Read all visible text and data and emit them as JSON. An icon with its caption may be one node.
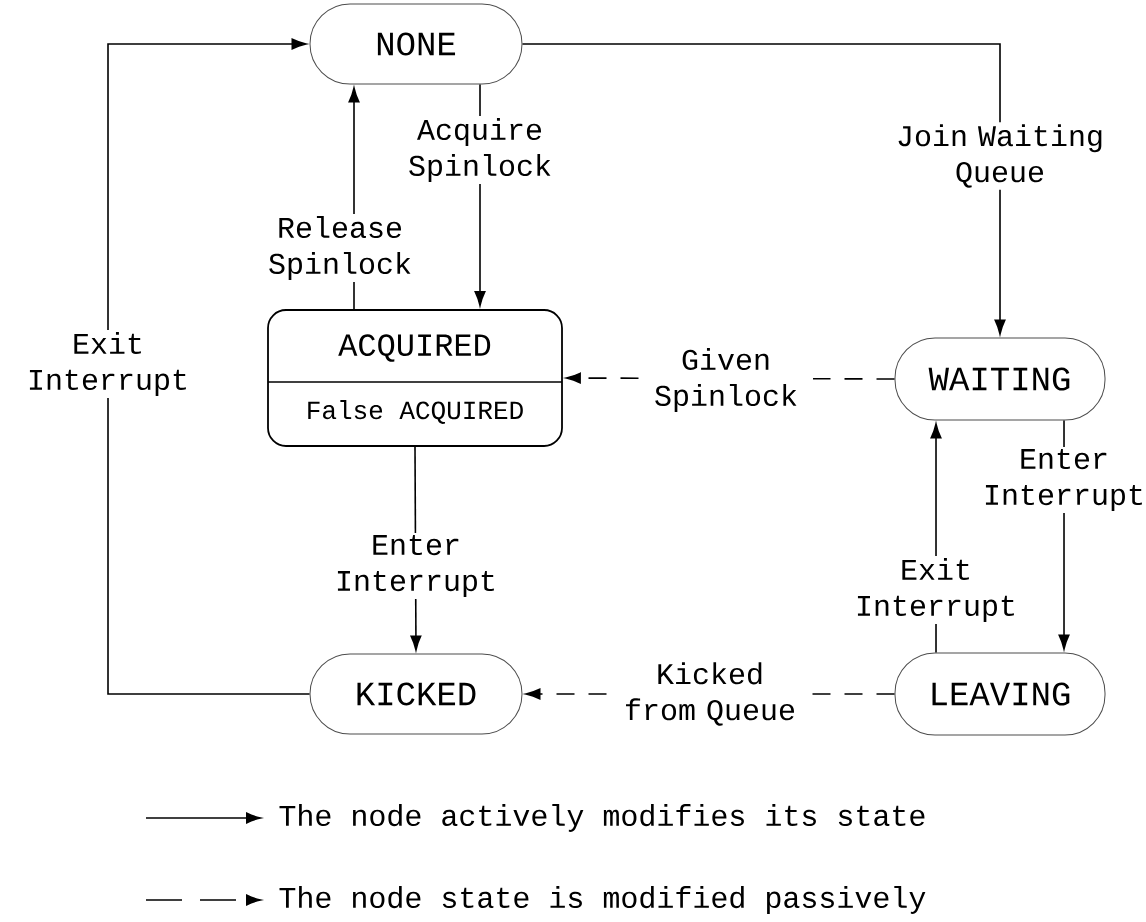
{
  "diagram": {
    "nodes": [
      {
        "text": [
          "NONE"
        ]
      },
      {
        "text": [
          "ACQUIRED",
          "False ACQUIRED"
        ]
      },
      {
        "text": [
          "WAITING"
        ]
      },
      {
        "text": [
          "KICKED"
        ]
      },
      {
        "text": [
          "LEAVING"
        ]
      }
    ],
    "edges": [
      {
        "from": 0,
        "to": 1,
        "arrow": "to",
        "label": "Acquire Spinlock"
      },
      {
        "from": 1,
        "to": 0,
        "arrow": "to",
        "label": "Release Spinlock"
      },
      {
        "from": 0,
        "to": 2,
        "arrow": "to",
        "label": "Join Waiting Queue"
      },
      {
        "from": 2,
        "to": 1,
        "arrow": "to",
        "label": "Given Spinlock",
        "style": "dashed"
      },
      {
        "from": 1,
        "to": 3,
        "arrow": "to",
        "label": "Enter Interrupt"
      },
      {
        "from": 3,
        "to": 0,
        "arrow": "to",
        "label": "Exit Interrupt"
      },
      {
        "from": 2,
        "to": 4,
        "arrow": "to",
        "label": "Enter Interrupt"
      },
      {
        "from": 4,
        "to": 2,
        "arrow": "to",
        "label": "Exit Interrupt"
      },
      {
        "from": 4,
        "to": 3,
        "arrow": "to",
        "label": "Kicked from Queue",
        "style": "dashed"
      }
    ],
    "legend": [
      {
        "text": "The node actively modifies its state"
      },
      {
        "text": "The node state is modified passively"
      }
    ]
  }
}
